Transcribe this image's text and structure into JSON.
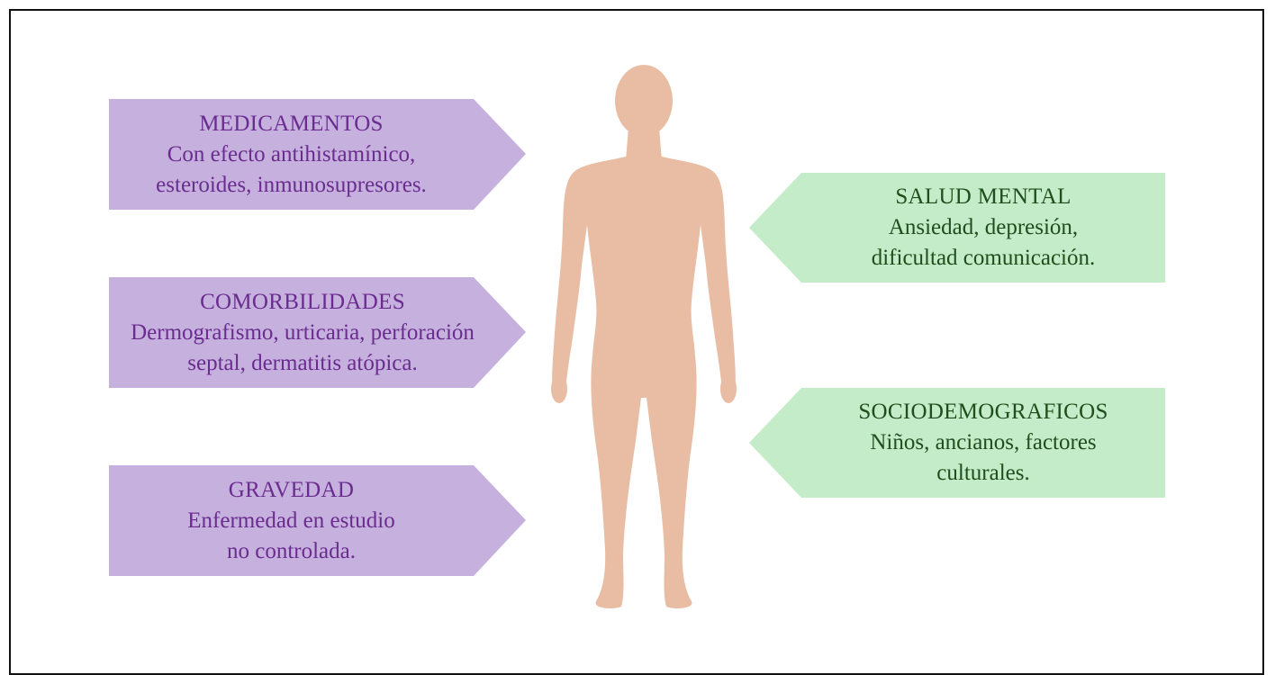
{
  "colors": {
    "purple_fill": "#c6b0dd",
    "purple_text": "#6a2c8f",
    "green_fill": "#c5ecc9",
    "green_text": "#1f4e1c",
    "skin": "#e9bda4"
  },
  "left_factors": [
    {
      "title": "MEDICAMENTOS",
      "lines": [
        "Con efecto antihistamínico,",
        "esteroides, inmunosupresores."
      ]
    },
    {
      "title": "COMORBILIDADES",
      "lines": [
        "Dermografismo, urticaria, perforación",
        "septal, dermatitis atópica."
      ]
    },
    {
      "title": "GRAVEDAD",
      "lines": [
        "Enfermedad en estudio",
        "no controlada."
      ]
    }
  ],
  "right_factors": [
    {
      "title": "SALUD MENTAL",
      "lines": [
        "Ansiedad, depresión,",
        "dificultad comunicación."
      ]
    },
    {
      "title": "SOCIODEMOGRAFICOS",
      "lines": [
        "Niños, ancianos, factores",
        "culturales."
      ]
    }
  ]
}
